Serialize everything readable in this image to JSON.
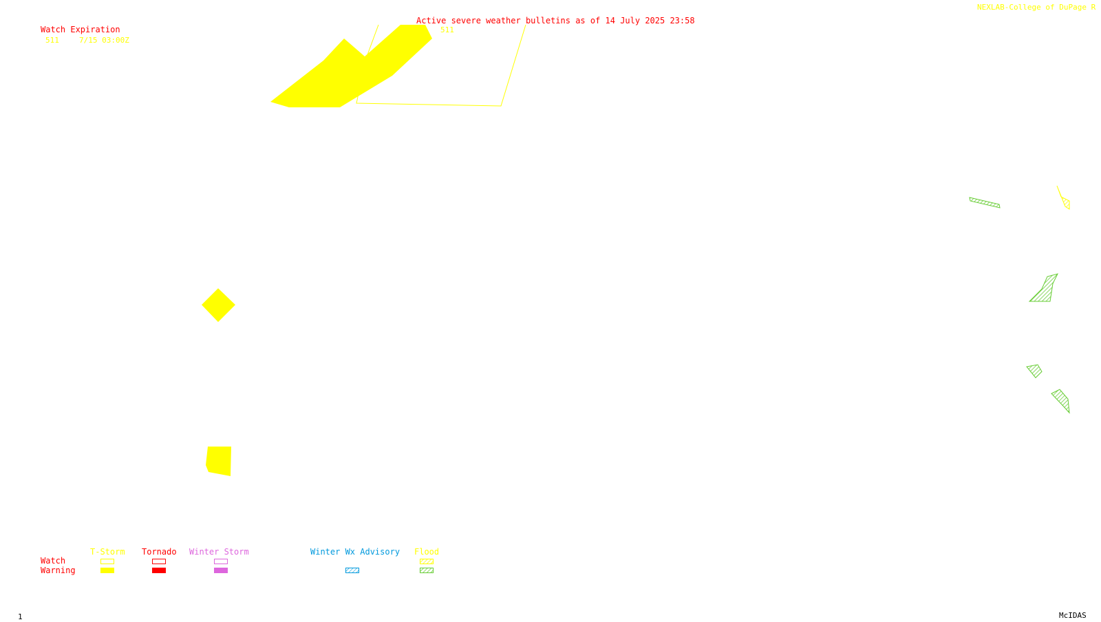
{
  "header": {
    "title": "Active severe weather bulletins as of 14 July 2025 23:58",
    "credit": "NEXLAB-College of DuPage R"
  },
  "watch_expiration": {
    "label": "Watch Expiration",
    "entries": [
      {
        "id": "511",
        "time": "7/15 03:00Z"
      }
    ]
  },
  "map_labels": {
    "watch_511": "511"
  },
  "legend": {
    "row_watch": "Watch",
    "row_warning": "Warning",
    "columns": [
      {
        "label": "T-Storm",
        "color": "#ffff00"
      },
      {
        "label": "Tornado",
        "color": "#ff0000"
      },
      {
        "label": "Winter Storm",
        "color": "#dd66dd"
      },
      {
        "label": "Winter Wx Advisory",
        "color": "#0099dd"
      },
      {
        "label": "Flood",
        "color": "#ffff00"
      }
    ]
  },
  "footer": {
    "frame_number": "1",
    "software": "McIDAS"
  },
  "colors": {
    "tstorm": "#ffff00",
    "tornado": "#ff0000",
    "winter_storm": "#dd66dd",
    "winter_advisory": "#0099dd",
    "flood_warning": "#66cc33"
  }
}
